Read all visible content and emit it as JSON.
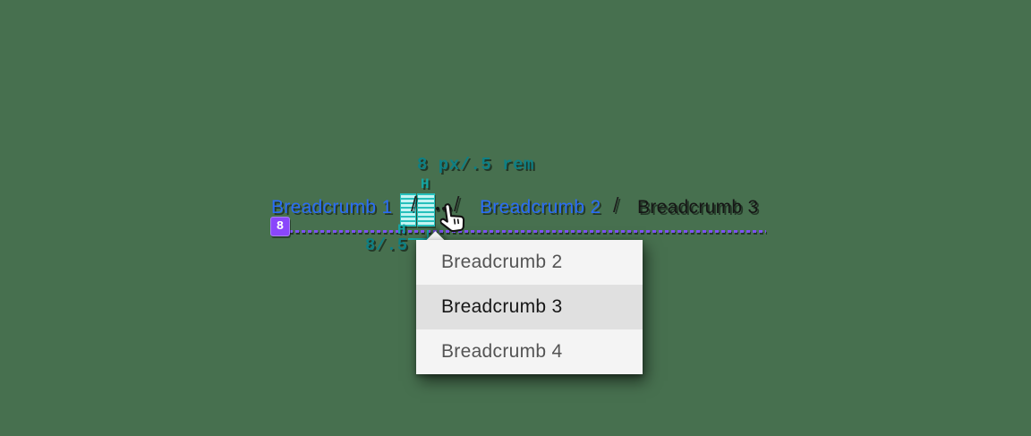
{
  "colors": {
    "background": "#47704f",
    "link_blue": "#2a6cf6",
    "current_black": "#161616",
    "separator": "#1d1d1d",
    "annotation_teal": "#0e7f84",
    "marker_teal": "#14a5a3",
    "spacer_fill": "#c5f4f2",
    "spacer_stripe": "#27c0bc",
    "annotation_purple": "#7c52f2",
    "badge_bg": "#8a46fb",
    "dropdown_bg": "#f4f4f4",
    "dropdown_selected_bg": "#e0e0e0",
    "dropdown_text": "#545454",
    "dropdown_selected_text": "#161616"
  },
  "annotations": {
    "top_label": "8 px/.5 rem",
    "bottom_label": "8/.5",
    "badge_label": "8",
    "marker_glyph": "H"
  },
  "breadcrumb": {
    "separator": "/",
    "items": [
      {
        "label": "Breadcrumb 1",
        "type": "link"
      },
      {
        "label": "…",
        "type": "overflow-button"
      },
      {
        "label": "Breadcrumb 2",
        "type": "link"
      },
      {
        "label": "Breadcrumb 3",
        "type": "current-page"
      }
    ]
  },
  "overflow_menu": {
    "items": [
      {
        "label": "Breadcrumb 2",
        "state": "default"
      },
      {
        "label": "Breadcrumb 3",
        "state": "highlighted"
      },
      {
        "label": "Breadcrumb 4",
        "state": "default"
      }
    ]
  },
  "cursor": {
    "icon": "hand-pointer-cursor"
  }
}
